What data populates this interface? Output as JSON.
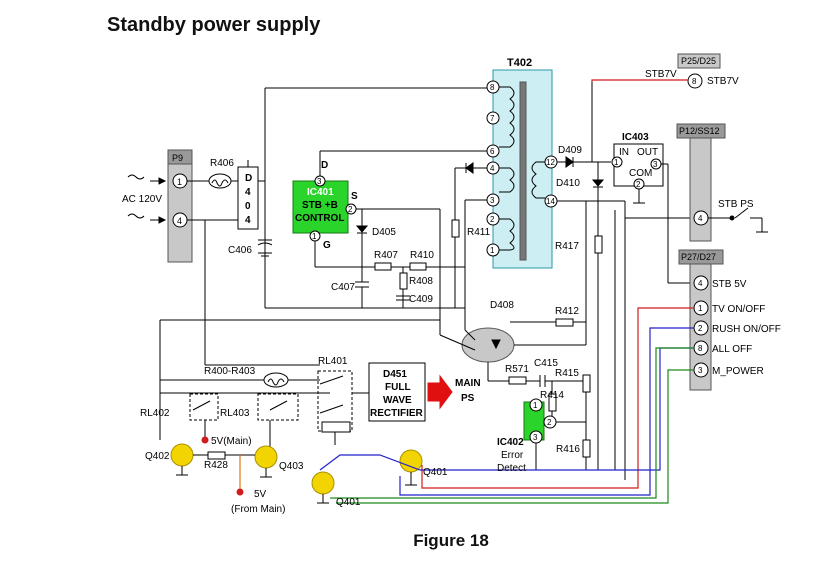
{
  "title": "Standby power supply",
  "caption": "Figure 18",
  "connectors": {
    "p9": "P9",
    "p25": "P25/D25",
    "p12": "P12/SS12",
    "p27": "P27/D27"
  },
  "components": {
    "t402": "T402",
    "r406": "R406",
    "d404": [
      "D",
      "4",
      "0",
      "4"
    ],
    "ic401": [
      "IC401",
      "STB +B",
      "CONTROL"
    ],
    "ic401_pins": {
      "d": "D",
      "s": "S",
      "g": "G"
    },
    "c406": "C406",
    "d405": "D405",
    "r407": "R407",
    "r410": "R410",
    "r408": "R408",
    "c407": "C407",
    "c409": "C409",
    "r411": "R411",
    "d409": "D409",
    "d410": "D410",
    "r417": "R417",
    "ic403": "IC403",
    "ic403_pins": {
      "in": "IN",
      "out": "OUT",
      "com": "COM"
    },
    "d408": "D408",
    "r412": "R412",
    "r571": "R571",
    "c415": "C415",
    "r415": "R415",
    "r414": "R414",
    "r416": "R416",
    "ic402": [
      "IC402",
      "Error",
      "Detect"
    ],
    "rl401": "RL401",
    "rl402": "RL402",
    "rl403": "RL403",
    "r400_r403": "R400-R403",
    "d451": [
      "D451",
      "FULL",
      "WAVE",
      "RECTIFIER"
    ],
    "main_ps": [
      "MAIN",
      "PS"
    ],
    "q402": "Q402",
    "q403": "Q403",
    "q401a": "Q401",
    "q401b": "Q401",
    "r428": "R428"
  },
  "labels": {
    "ac": "AC 120V",
    "stb7v_wire": "STB7V",
    "stb7v_pin": "STB7V",
    "stb_ps": "STB PS",
    "stb_5v": "STB 5V",
    "tv_onoff": "TV ON/OFF",
    "rush_onoff": "RUSH ON/OFF",
    "all_off": "ALL OFF",
    "m_power": "M_POWER",
    "v5_main": "5V(Main)",
    "v5_from_main_1": "5V",
    "v5_from_main_2": "(From Main)"
  },
  "pins": {
    "p9": [
      "1",
      "4"
    ],
    "t402": [
      "8",
      "7",
      "6",
      "4",
      "3",
      "2",
      "1",
      "12",
      "14"
    ],
    "ic401": [
      "3",
      "2",
      "1"
    ],
    "ic403": [
      "1",
      "3",
      "2"
    ],
    "p25": "8",
    "p12": "4",
    "p27": [
      "4",
      "1",
      "2",
      "8",
      "3"
    ],
    "ic402": [
      "1",
      "2",
      "3"
    ]
  },
  "colors": {
    "ic401_fill": "#2bd42b",
    "t402_fill": "#cdeef2",
    "ic402_fill": "#2bd42b",
    "connector_fill": "#c8c8c8",
    "transistor_fill": "#f2d400",
    "wire_red": "#d21b1b",
    "wire_blue": "#2222cc",
    "wire_green": "#1a8a1a",
    "wire_orange": "#e07a10",
    "arrow_red": "#e01010",
    "dot_red": "#d21b1b"
  }
}
